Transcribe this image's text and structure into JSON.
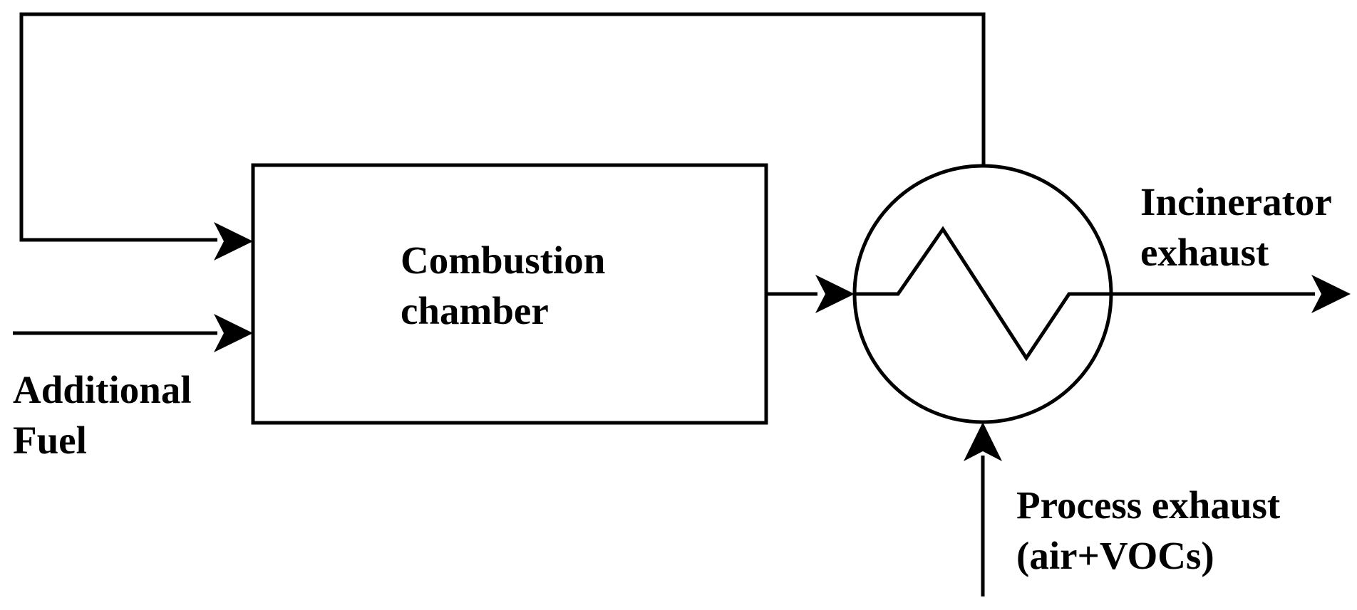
{
  "nodes": {
    "combustion_chamber": {
      "line1": "Combustion",
      "line2": "chamber"
    },
    "heat_exchanger": {
      "label": ""
    }
  },
  "streams": {
    "additional_fuel": {
      "line1": "Additional",
      "line2": "Fuel"
    },
    "incinerator_exhaust": {
      "line1": "Incinerator",
      "line2": "exhaust"
    },
    "process_exhaust": {
      "line1": "Process exhaust",
      "line2": "(air+VOCs)"
    }
  },
  "colors": {
    "stroke": "#000000",
    "background": "#ffffff"
  }
}
